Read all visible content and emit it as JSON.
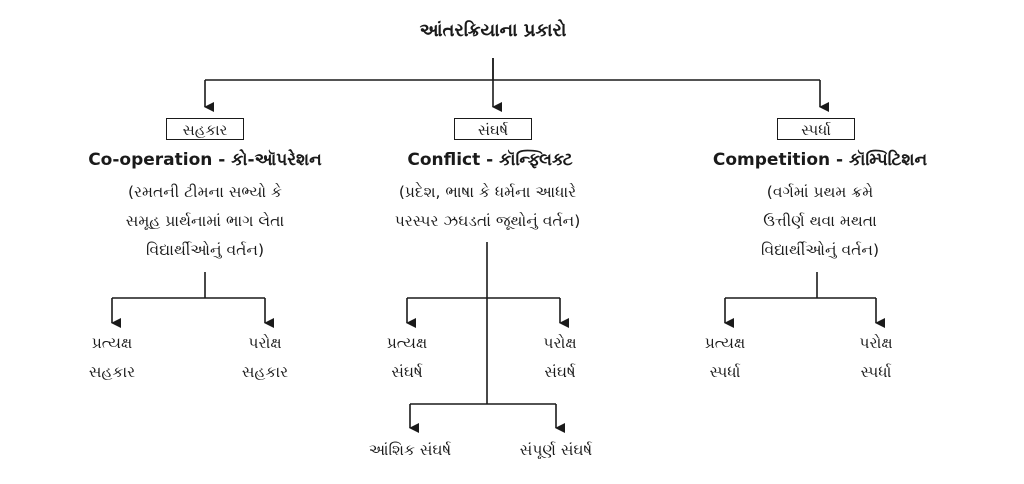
{
  "title": "આંતરક્રિયાના પ્રકારો",
  "branches": [
    {
      "box": "સહકાર",
      "heading": "Co-operation - કો-ઑપરેશન",
      "description": [
        "(રમતની ટીમના સભ્યો કે",
        "સમૂહ પ્રાર્થનામાં ભાગ લેતા",
        "વિદ્યાર્થીઓનું વર્તન)"
      ],
      "children": [
        {
          "line1": "પ્રત્યક્ષ",
          "line2": "સહકાર"
        },
        {
          "line1": "પરોક્ષ",
          "line2": "સહકાર"
        }
      ]
    },
    {
      "box": "સંઘર્ષ",
      "heading": "Conflict - કૉન્ફ્લિક્ટ",
      "description": [
        "(પ્રદેશ, ભાષા કે ધર્મના આધારે",
        "પરસ્પર ઝઘડતાં જૂથોનું વર્તન)"
      ],
      "children": [
        {
          "line1": "પ્રત્યક્ષ",
          "line2": "સંઘર્ષ"
        },
        {
          "line1": "પરોક્ષ",
          "line2": "સંઘર્ષ"
        }
      ],
      "sub_children": [
        "આંશિક સંઘર્ષ",
        "સંપૂર્ણ સંઘર્ષ"
      ]
    },
    {
      "box": "સ્પર્ધા",
      "heading": "Competition - કૉમ્પિટિશન",
      "description": [
        "(વર્ગમાં પ્રથમ ક્રમે",
        "ઉત્તીર્ણ થવા મથતા",
        "વિદ્યાર્થીઓનું વર્તન)"
      ],
      "children": [
        {
          "line1": "પ્રત્યક્ષ",
          "line2": "સ્પર્ધા"
        },
        {
          "line1": "પરોક્ષ",
          "line2": "સ્પર્ધા"
        }
      ]
    }
  ]
}
